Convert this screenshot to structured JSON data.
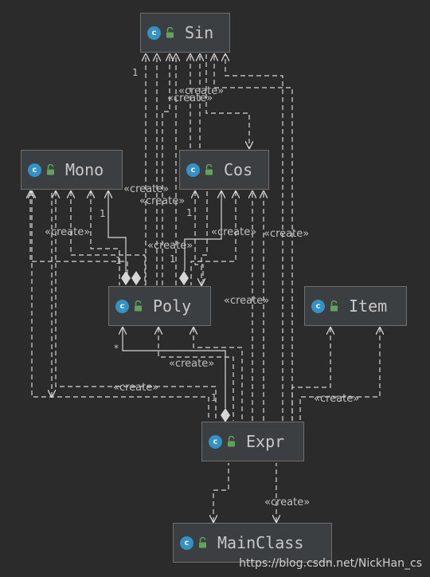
{
  "colors": {
    "background": "#2b2b2b",
    "node_fill": "#3c3f41",
    "node_border": "#6e6e6e",
    "edge": "#d6d6d6",
    "class_icon": "#3592c4",
    "lock_icon": "#62a35c",
    "text": "#c8c8c8"
  },
  "nodes": {
    "sin": {
      "name": "Sin",
      "icon": "class-icon"
    },
    "mono": {
      "name": "Mono",
      "icon": "class-icon"
    },
    "cos": {
      "name": "Cos",
      "icon": "class-icon"
    },
    "poly": {
      "name": "Poly",
      "icon": "class-icon"
    },
    "item": {
      "name": "Item",
      "icon": "class-icon"
    },
    "expr": {
      "name": "Expr",
      "icon": "class-icon"
    },
    "mainclass": {
      "name": "MainClass",
      "icon": "main-class-icon"
    }
  },
  "icon_letter": "c",
  "edge_label": "«create»",
  "multiplicity": {
    "one": "1",
    "many": "*"
  },
  "watermark": "https://blog.csdn.net/NickHan_cs"
}
